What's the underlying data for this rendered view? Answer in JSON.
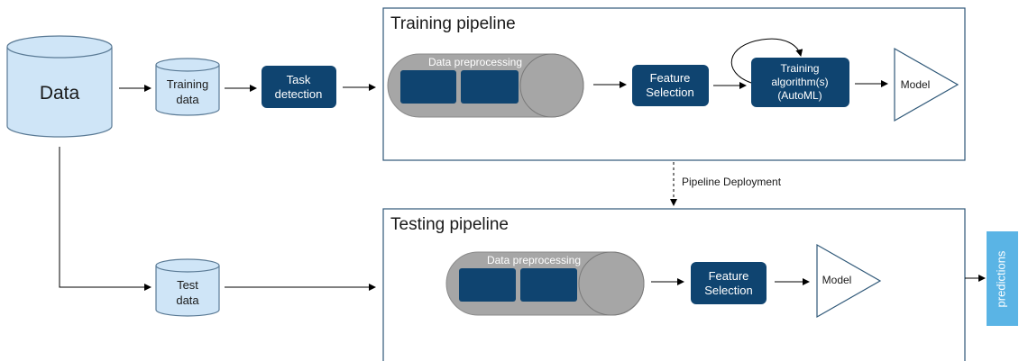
{
  "data_store": {
    "label": "Data"
  },
  "training_data": {
    "line1": "Training",
    "line2": "data"
  },
  "test_data": {
    "line1": "Test",
    "line2": "data"
  },
  "task_detection": {
    "line1": "Task",
    "line2": "detection"
  },
  "training_pipeline": {
    "title": "Training pipeline",
    "preprocessing_label": "Data preprocessing",
    "feature_selection": {
      "line1": "Feature",
      "line2": "Selection"
    },
    "training_algorithm": {
      "line1": "Training",
      "line2": "algorithm(s)",
      "line3": "(AutoML)"
    },
    "model_label": "Model"
  },
  "deployment_label": "Pipeline Deployment",
  "testing_pipeline": {
    "title": "Testing pipeline",
    "preprocessing_label": "Data preprocessing",
    "feature_selection": {
      "line1": "Feature",
      "line2": "Selection"
    },
    "model_label": "Model"
  },
  "predictions_label": "predictions",
  "colors": {
    "cylinder_fill": "#cfe5f7",
    "cylinder_stroke": "#5a7a95",
    "dark_box": "#0f4470",
    "pipeline_border": "#2f5878",
    "preproc_capsule": "#a6a6a6",
    "predictions_fill": "#5ab4e5"
  }
}
